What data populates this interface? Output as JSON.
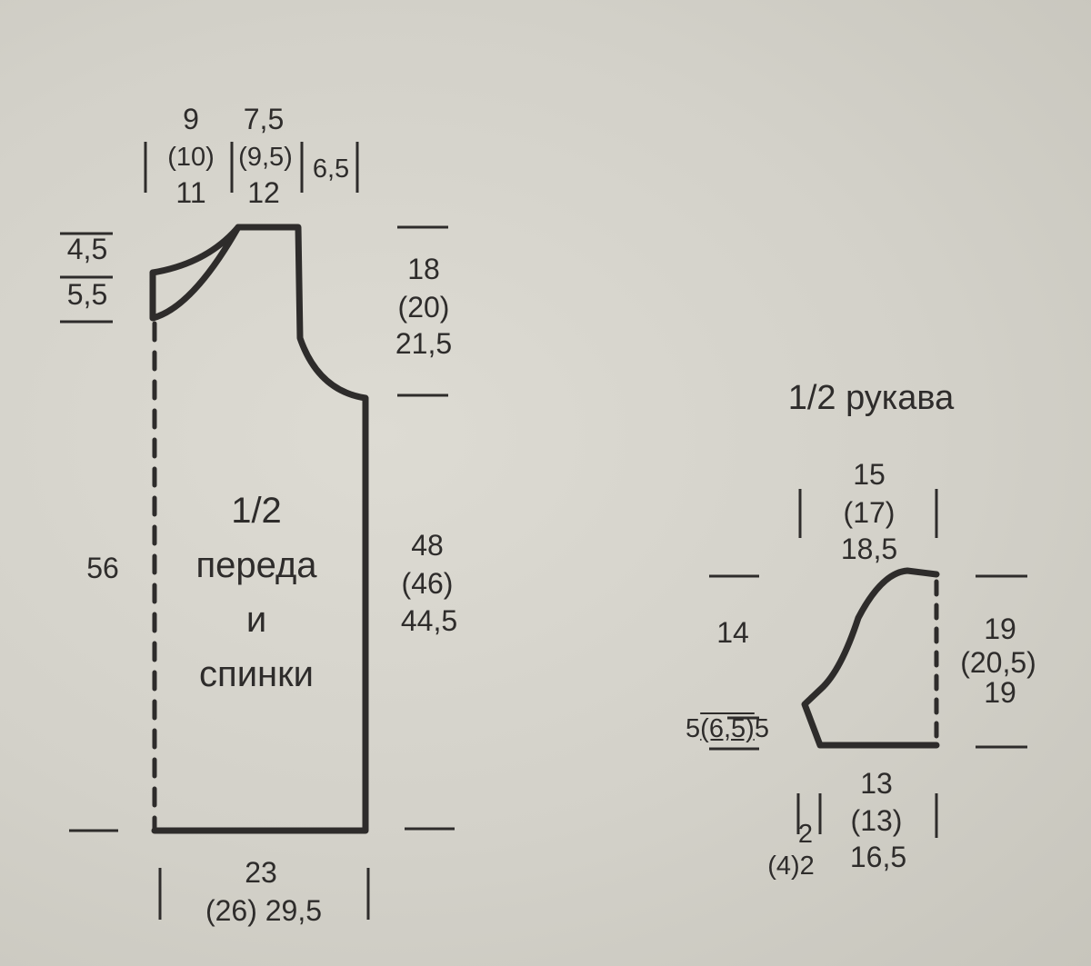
{
  "body_piece": {
    "caption": [
      "1/2",
      "переда",
      "и",
      "спинки"
    ],
    "shoulder_neck": {
      "width_1": "9",
      "width_2": "(10)",
      "width_3": "11"
    },
    "shoulder_width": {
      "value_1": "7,5",
      "value_2": "(9,5)",
      "value_3": "12"
    },
    "shoulder_slope": "6,5",
    "neck_depth": {
      "top": "4,5",
      "bottom": "5,5"
    },
    "armhole_height": {
      "value_1": "18",
      "value_2": "(20)",
      "value_3": "21,5"
    },
    "side_height": {
      "value_1": "48",
      "value_2": "(46)",
      "value_3": "44,5"
    },
    "total_height": "56",
    "bottom_width": {
      "value_1": "23",
      "value_2": "(26) 29,5"
    }
  },
  "sleeve_piece": {
    "title": "1/2 рукава",
    "top_width": {
      "value_1": "15",
      "value_2": "(17)",
      "value_3": "18,5"
    },
    "cap_height": "14",
    "fold_height": {
      "value_1": "19",
      "value_2": "(20,5)",
      "value_3": "19"
    },
    "cuff_height": {
      "prefix": "5",
      "value": "(6,5)",
      "suffix": "5"
    },
    "bottom_width": {
      "value_1": "13",
      "value_2": "(13)",
      "value_3": "16,5"
    },
    "offset": {
      "value_1": "2",
      "value_2": "(4)2"
    }
  },
  "colors": {
    "line": "#2e2c2b",
    "paper": "#d3d1c8"
  }
}
